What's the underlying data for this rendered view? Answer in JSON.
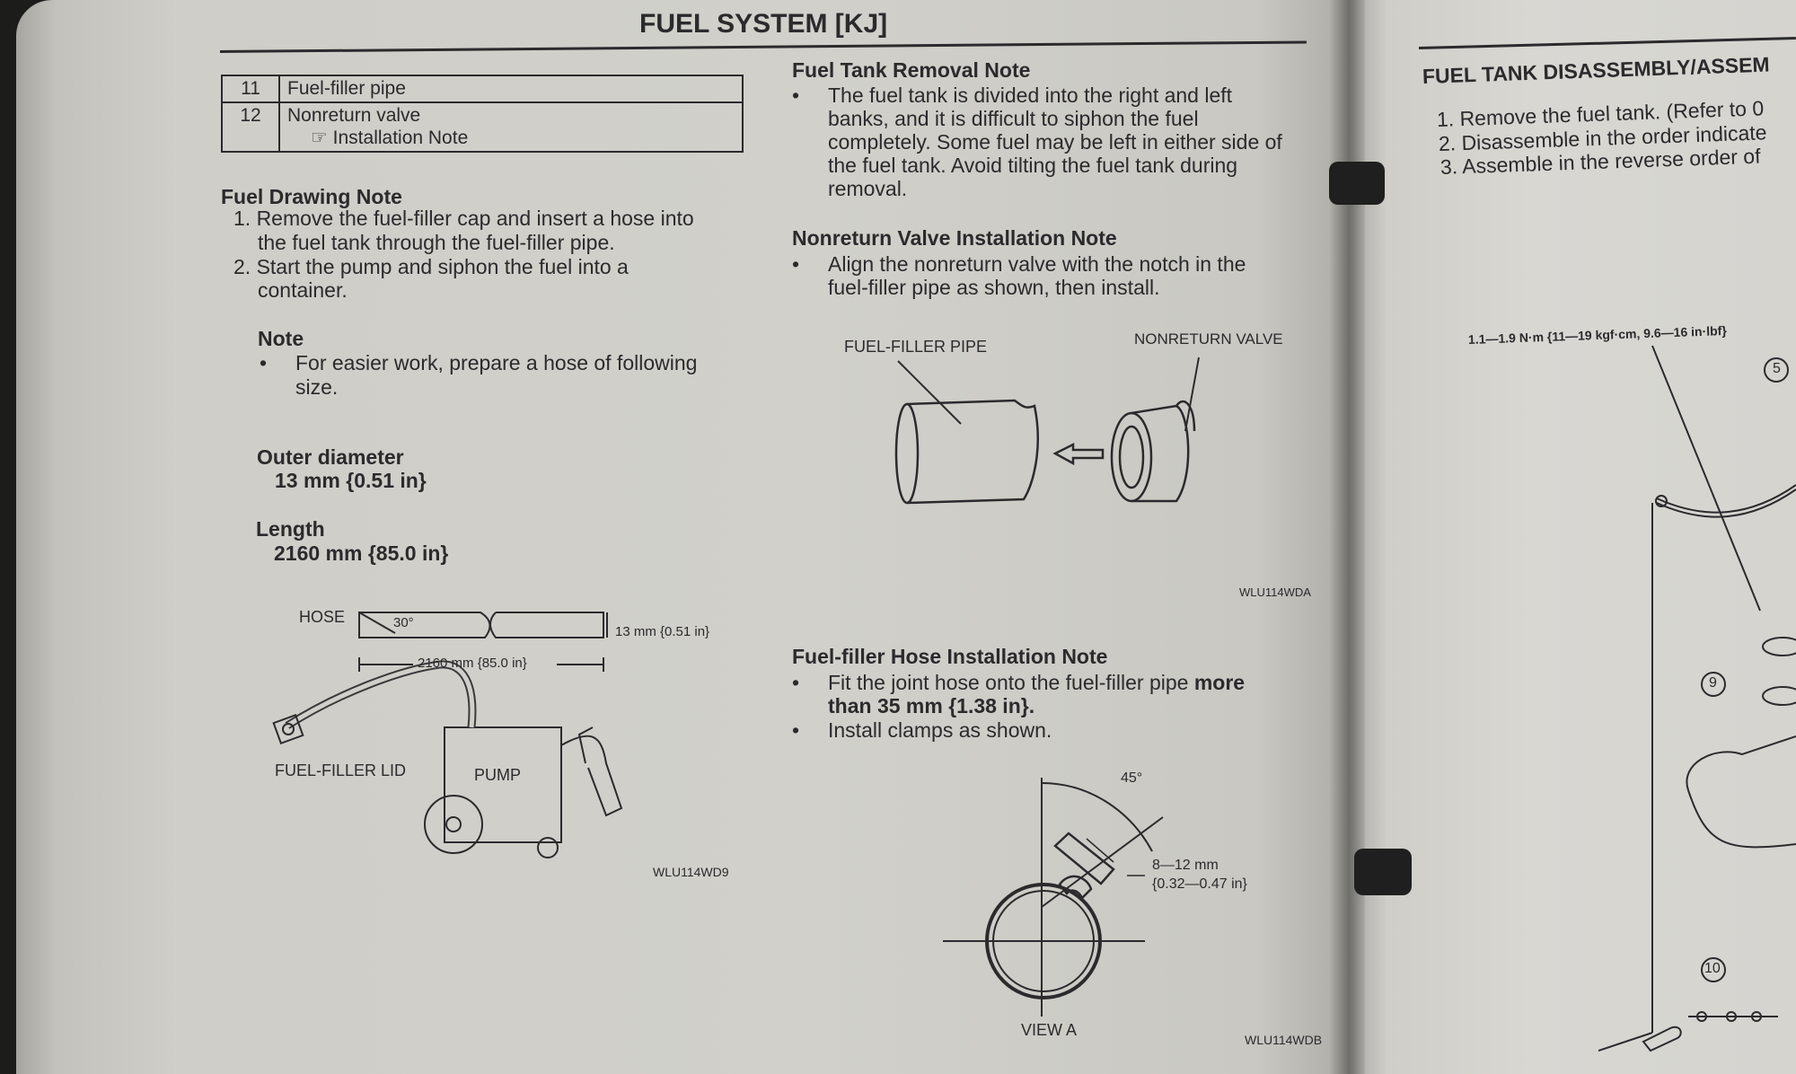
{
  "page": {
    "header": "FUEL SYSTEM [KJ]",
    "parts_table": [
      {
        "num": "11",
        "name": "Fuel-filler pipe",
        "ref": ""
      },
      {
        "num": "12",
        "name": "Nonreturn valve",
        "ref": "☞ Installation Note"
      }
    ],
    "drawing_note": {
      "title": "Fuel Drawing Note",
      "step1_l1": "1. Remove the fuel-filler cap and insert a hose into",
      "step1_l2": "the fuel tank through the fuel-filler pipe.",
      "step2_l1": "2. Start the pump and siphon the fuel into a",
      "step2_l2": "container."
    },
    "note": {
      "title": "Note",
      "bullet_l1": "For easier work, prepare a hose of following",
      "bullet_l2": "size."
    },
    "outer_diameter": {
      "label": "Outer diameter",
      "value": "13 mm {0.51 in}"
    },
    "length": {
      "label": "Length",
      "value": "2160 mm {85.0 in}"
    },
    "figure1": {
      "hose": "HOSE",
      "angle": "30°",
      "length_dim": "2160 mm {85.0 in}",
      "diameter_dim": "13 mm {0.51 in}",
      "lid": "FUEL-FILLER LID",
      "pump": "PUMP",
      "code": "WLU114WD9"
    },
    "tank_removal": {
      "title": "Fuel Tank Removal Note",
      "l1": "The fuel tank is divided into the right and left",
      "l2": "banks, and it is difficult to siphon the fuel",
      "l3": "completely. Some fuel may be left in either side of",
      "l4": "the fuel tank. Avoid tilting the fuel tank during",
      "l5": "removal."
    },
    "valve_install": {
      "title": "Nonreturn Valve Installation Note",
      "l1": "Align the nonreturn valve with the notch in the",
      "l2": "fuel-filler pipe as shown, then install."
    },
    "figure2": {
      "pipe": "FUEL-FILLER PIPE",
      "valve": "NONRETURN VALVE",
      "code": "WLU114WDA"
    },
    "hose_install": {
      "title": "Fuel-filler Hose Installation Note",
      "b1_l1a": "Fit the joint hose onto the fuel-filler pipe ",
      "b1_l1b": "more",
      "b1_l2": "than 35 mm {1.38 in}.",
      "b2": "Install clamps as shown."
    },
    "figure3": {
      "angle": "45°",
      "dim_l1": "8—12 mm",
      "dim_l2": "{0.32—0.47 in}",
      "view": "VIEW A",
      "code": "WLU114WDB"
    }
  },
  "right_page": {
    "title": "FUEL TANK DISASSEMBLY/ASSEM",
    "step1": "1. Remove the fuel tank. (Refer to 0",
    "step2": "2. Disassemble in the order indicate",
    "step3": "3. Assemble in the reverse order of",
    "torque": "1.1—1.9 N·m {11—19 kgf·cm, 9.6—16 in·lbf}",
    "callout5": "5",
    "callout9": "9",
    "callout10": "10"
  }
}
